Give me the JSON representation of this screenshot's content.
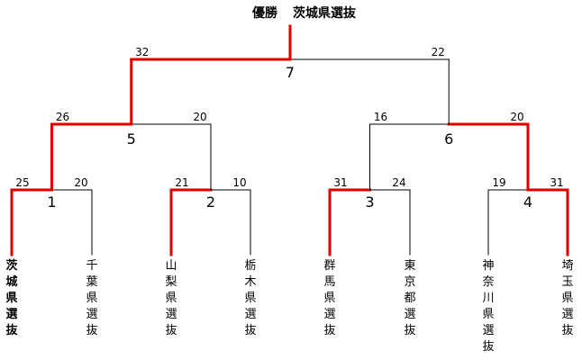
{
  "title": {
    "label": "優勝",
    "team": "茨城県選抜"
  },
  "colors": {
    "winner_line": "#e00000",
    "line": "#000000",
    "background": "#ffffff"
  },
  "teams": [
    {
      "name": "茨城県選抜",
      "winner": true
    },
    {
      "name": "千葉県選抜",
      "winner": false
    },
    {
      "name": "山梨県選抜",
      "winner": false
    },
    {
      "name": "栃木県選抜",
      "winner": false
    },
    {
      "name": "群馬県選抜",
      "winner": false
    },
    {
      "name": "東京都選抜",
      "winner": false
    },
    {
      "name": "神奈川県選抜",
      "winner": false
    },
    {
      "name": "埼玉県選抜",
      "winner": false
    }
  ],
  "matches": [
    {
      "id": "1",
      "round": 1,
      "left_score": "25",
      "right_score": "20",
      "winner": "left"
    },
    {
      "id": "2",
      "round": 1,
      "left_score": "21",
      "right_score": "10",
      "winner": "left"
    },
    {
      "id": "3",
      "round": 1,
      "left_score": "31",
      "right_score": "24",
      "winner": "left"
    },
    {
      "id": "4",
      "round": 1,
      "left_score": "19",
      "right_score": "31",
      "winner": "right"
    },
    {
      "id": "5",
      "round": 2,
      "left_score": "26",
      "right_score": "20",
      "winner": "left"
    },
    {
      "id": "6",
      "round": 2,
      "left_score": "16",
      "right_score": "20",
      "winner": "right"
    },
    {
      "id": "7",
      "round": 3,
      "left_score": "32",
      "right_score": "22",
      "winner": "left"
    }
  ]
}
